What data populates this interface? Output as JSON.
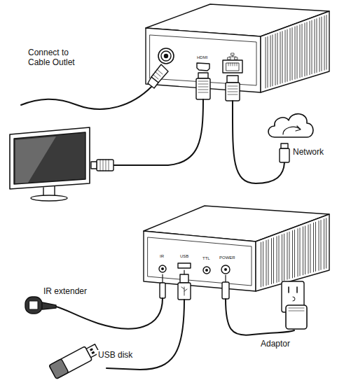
{
  "diagram": {
    "labels": [
      "Connect to Cable Outlet",
      "HDMI",
      "Network",
      "IR",
      "USB",
      "TTL",
      "POWER",
      "IR extender",
      "USB disk",
      "Adaptor"
    ]
  }
}
